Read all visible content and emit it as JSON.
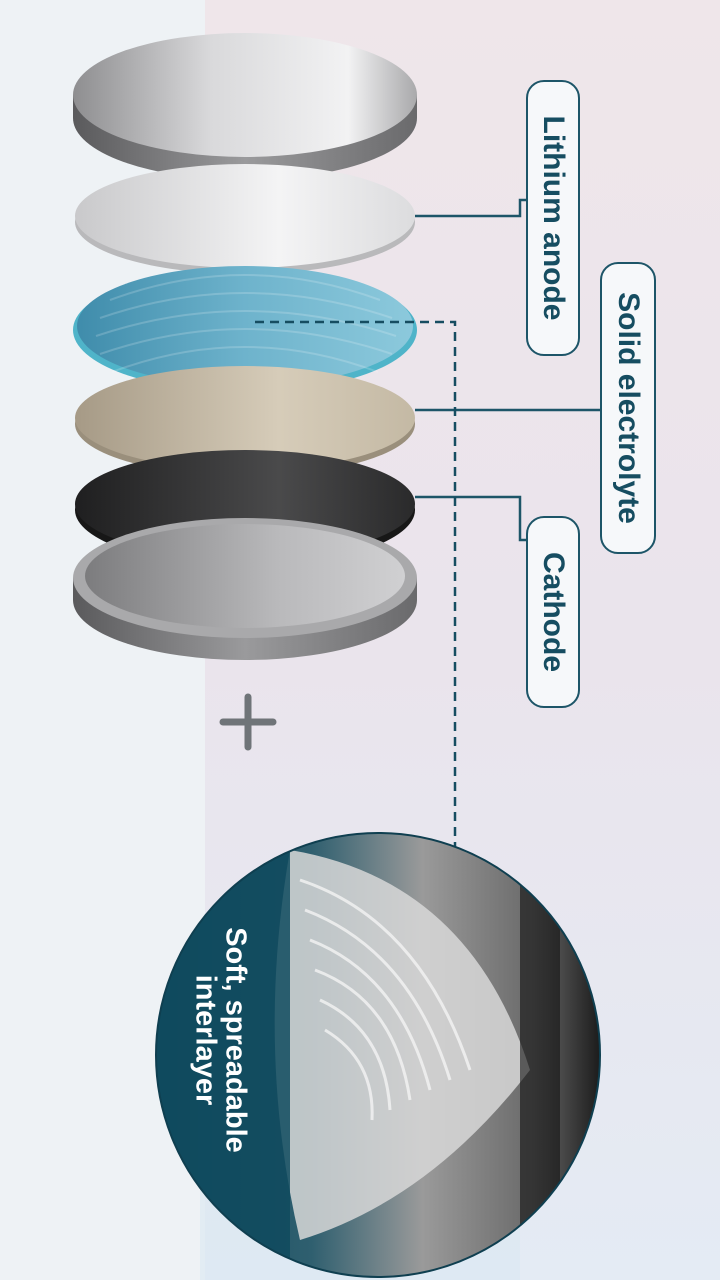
{
  "labels": {
    "anode": "Lithium anode",
    "electrolyte": "Solid electrolyte",
    "cathode": "Cathode"
  },
  "callout": "Soft, spreadable\ninterlayer",
  "colors": {
    "accent": "#164d61",
    "electrolyte_blue": "#5ba7c2",
    "cathode_dark": "#2f2f2f",
    "separator_beige": "#c9bda8"
  },
  "icons": [
    "plus-icon",
    "arrow-down-icon"
  ]
}
